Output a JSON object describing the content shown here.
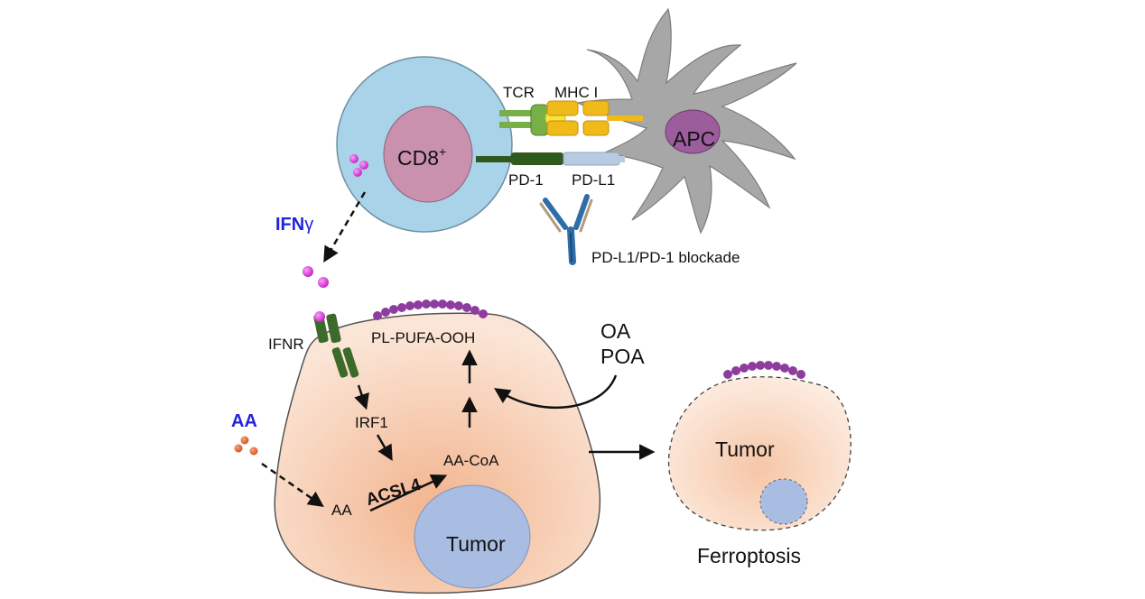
{
  "labels": {
    "tcr": "TCR",
    "mhc": "MHC I",
    "cd8": "CD8",
    "cd8_sup": "+",
    "apc": "APC",
    "pd1": "PD-1",
    "pdl1": "PD-L1",
    "blockade": "PD-L1/PD-1 blockade",
    "ifng_main": "IFN",
    "ifng_greek": "γ",
    "ifnr": "IFNR",
    "irf1": "IRF1",
    "acsl4": "ACSL4",
    "aa_blue": "AA",
    "aa": "AA",
    "aacoa": "AA-CoA",
    "plpufa": "PL-PUFA-OOH",
    "oa": "OA",
    "poa": "POA",
    "tumor_nucleus": "Tumor",
    "tumor_ferro": "Tumor",
    "ferroptosis": "Ferroptosis"
  },
  "colors": {
    "tcell": "#a9d3e8",
    "tcell_nucleus": "#c991ad",
    "apc": "#a7a7a7",
    "apc_nucleus": "#9b5d9b",
    "tumor": "#f6cdb0",
    "tumor_nucleus": "#a9bde3",
    "ifng": "#d12ad1",
    "aa_dots": "#e0622b",
    "lipid_beads": "#8e3d9e",
    "tcr": "#76b047",
    "mhc": "#f0bb1a",
    "peptide": "#f6e63a",
    "pd1": "#2f5a1e",
    "pdl1": "#b9cbe0",
    "ifnr": "#3c6a2a",
    "antibody": "#2e6ea6",
    "label_blue": "#2222dd"
  }
}
